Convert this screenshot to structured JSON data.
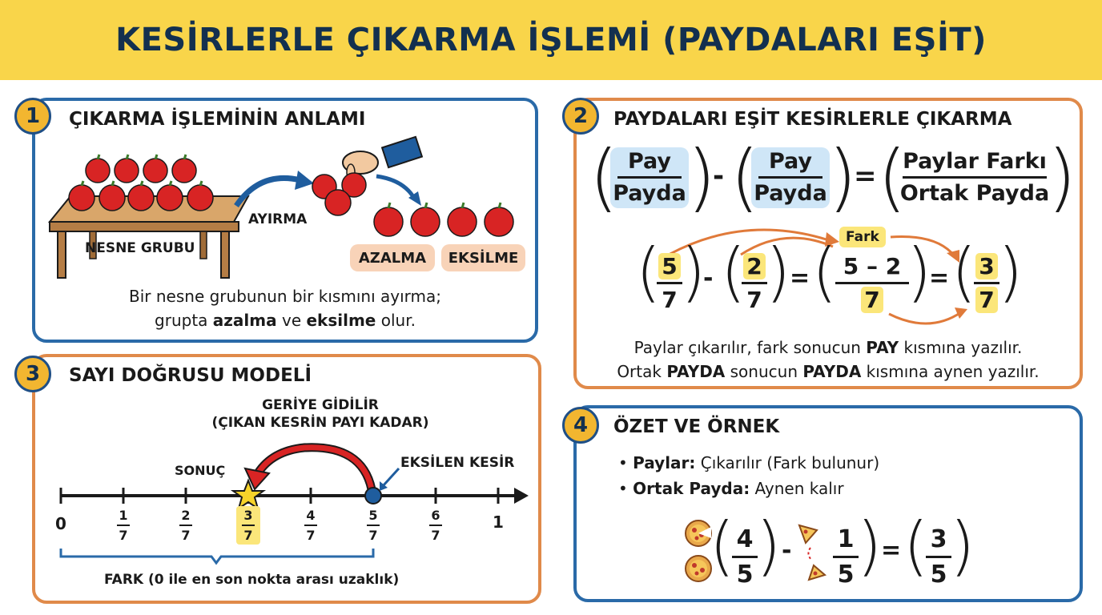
{
  "title": "KESİRLERLE ÇIKARMA İŞLEMİ (PAYDALARI EŞİT)",
  "panel1": {
    "number": "1",
    "title": "ÇIKARMA İŞLEMİNİN ANLAMI",
    "nesne_grubu": "NESNE GRUBU",
    "ayirma": "AYIRMA",
    "azalma": "AZALMA",
    "eksilme": "EKSİLME",
    "desc_line1": "Bir nesne grubunun bir kısmını ayırma;",
    "desc_line2_pre": "grupta ",
    "desc_line2_b1": "azalma",
    "desc_line2_mid": " ve ",
    "desc_line2_b2": "eksilme",
    "desc_line2_post": " olur."
  },
  "panel2": {
    "number": "2",
    "title": "PAYDALARI EŞİT KESİRLERLE ÇIKARMA",
    "pay": "Pay",
    "payda": "Payda",
    "paylar_farki": "Paylar Farkı",
    "ortak_payda": "Ortak Payda",
    "minus": "-",
    "equals": "=",
    "fark": "Fark",
    "ex_a_num": "5",
    "ex_a_den": "7",
    "ex_b_num": "2",
    "ex_b_den": "7",
    "ex_c_num": "5 – 2",
    "ex_c_den": "7",
    "ex_d_num": "3",
    "ex_d_den": "7",
    "line1_pre": "Paylar çıkarılır, fark sonucun ",
    "line1_b": "PAY",
    "line1_post": " kısmına yazılır.",
    "line2_pre": "Ortak ",
    "line2_b1": "PAYDA",
    "line2_mid": " sonucun ",
    "line2_b2": "PAYDA",
    "line2_post": " kısmına aynen yazılır."
  },
  "panel3": {
    "number": "3",
    "title": "SAYI DOĞRUSU MODELİ",
    "geri_line1": "GERİYE GİDİLİR",
    "geri_line2": "(ÇIKAN KESRİN PAYI KADAR)",
    "sonuc": "SONUÇ",
    "eksilen": "EKSİLEN KESİR",
    "ticks": [
      {
        "num": "0",
        "den": ""
      },
      {
        "num": "1",
        "den": "7"
      },
      {
        "num": "2",
        "den": "7"
      },
      {
        "num": "3",
        "den": "7"
      },
      {
        "num": "4",
        "den": "7"
      },
      {
        "num": "5",
        "den": "7"
      },
      {
        "num": "6",
        "den": "7"
      },
      {
        "num": "1",
        "den": ""
      }
    ],
    "fark_label": "FARK (0 ile en son nokta arası uzaklık)"
  },
  "panel4": {
    "number": "4",
    "title": "ÖZET VE ÖRNEK",
    "b1_bold": "Paylar:",
    "b1_text": " Çıkarılır (Fark bulunur)",
    "b2_bold": "Ortak Payda:",
    "b2_text": " Aynen kalır",
    "f1_num": "4",
    "f1_den": "5",
    "f2_num": "1",
    "f2_den": "5",
    "f3_num": "3",
    "f3_den": "5",
    "minus": "-",
    "equals": "="
  },
  "colors": {
    "header_bg": "#f9d54a",
    "blue_border": "#2a6aa8",
    "orange_border": "#e08a4a",
    "badge": "#f2b630",
    "apple": "#d82424",
    "highlight_yellow": "#fbe67a",
    "highlight_blue": "#cfe6f7"
  }
}
